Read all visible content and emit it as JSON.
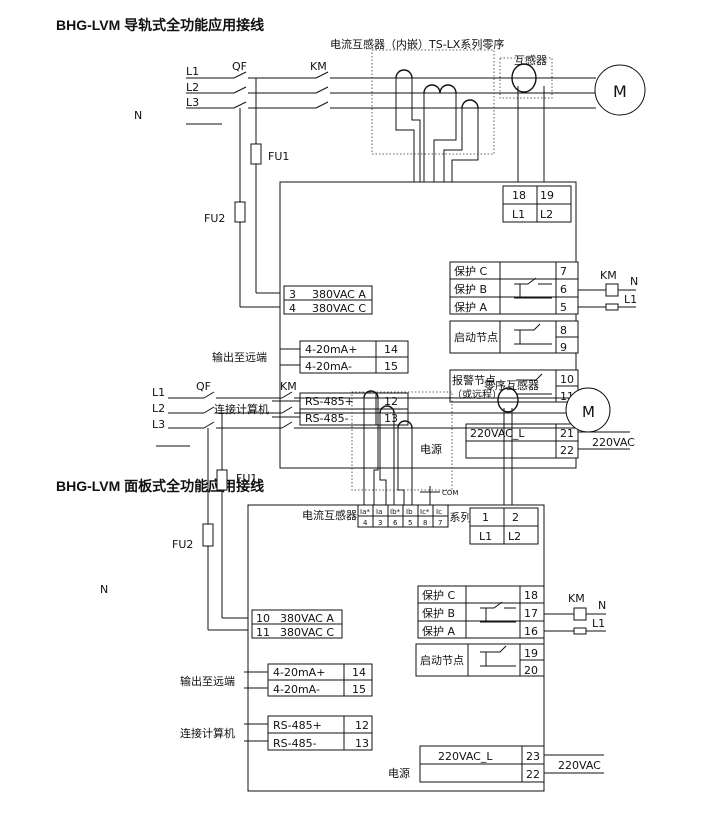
{
  "diagram1": {
    "title": "BHG-LVM 导轨式全功能应用接线",
    "ct_label": "电流互感器（内嵌）TS-LX系列零序",
    "ct_label2": "互感器",
    "motor": "M",
    "lines": [
      "L1",
      "L2",
      "L3"
    ],
    "n_label": "N",
    "qf": "QF",
    "km": "KM",
    "fu1": "FU1",
    "fu2": "FU2",
    "term_top": [
      {
        "num": "18",
        "sig": "L1"
      },
      {
        "num": "19",
        "sig": "L2"
      }
    ],
    "power_in": [
      {
        "num": "3",
        "label": "380VAC A"
      },
      {
        "num": "4",
        "label": "380VAC C"
      }
    ],
    "analog": {
      "side": "输出至远端",
      "rows": [
        {
          "label": "4-20mA+",
          "num": "14"
        },
        {
          "label": "4-20mA-",
          "num": "15"
        }
      ]
    },
    "comm": {
      "side": "连接计算机",
      "rows": [
        {
          "label": "RS-485+",
          "num": "12"
        },
        {
          "label": "RS-485-",
          "num": "13"
        }
      ]
    },
    "protect": [
      {
        "label": "保护 C",
        "num": "7"
      },
      {
        "label": "保护 B",
        "num": "6"
      },
      {
        "label": "保护 A",
        "num": "5"
      }
    ],
    "start": {
      "label": "启动节点",
      "nums": [
        "8",
        "9"
      ]
    },
    "alarm": {
      "label": "报警节点",
      "label2": "（或远程）",
      "nums": [
        "10",
        "11"
      ]
    },
    "supply": {
      "label": "电源",
      "rows": [
        {
          "label": "220VAC_L",
          "num": "21"
        },
        {
          "label": "",
          "num": "22"
        }
      ],
      "ext": "220VAC"
    },
    "coil": {
      "km": "KM",
      "n": "N",
      "l1": "L1"
    }
  },
  "diagram2": {
    "title": "BHG-LVM 面板式全功能应用接线",
    "ct_label": "电流互感器",
    "ct_label3": "TS-LX系列",
    "zero_label": "零序互感器",
    "motor": "M",
    "lines": [
      "L1",
      "L2",
      "L3"
    ],
    "n_label": "N",
    "qf": "QF",
    "km": "KM",
    "fu1": "FU1",
    "fu2": "FU2",
    "com": "COM",
    "ct_pins": [
      "Ia*",
      "Ia",
      "Ib*",
      "Ib",
      "Ic*",
      "Ic"
    ],
    "ct_nums": [
      "4",
      "3",
      "6",
      "5",
      "8",
      "7"
    ],
    "term_top": [
      {
        "num": "1",
        "sig": "L1"
      },
      {
        "num": "2",
        "sig": "L2"
      }
    ],
    "power_in": [
      {
        "num": "10",
        "label": "380VAC A"
      },
      {
        "num": "11",
        "label": "380VAC C"
      }
    ],
    "analog": {
      "side": "输出至远端",
      "rows": [
        {
          "label": "4-20mA+",
          "num": "14"
        },
        {
          "label": "4-20mA-",
          "num": "15"
        }
      ]
    },
    "comm": {
      "side": "连接计算机",
      "rows": [
        {
          "label": "RS-485+",
          "num": "12"
        },
        {
          "label": "RS-485-",
          "num": "13"
        }
      ]
    },
    "protect": [
      {
        "label": "保护 C",
        "num": "18"
      },
      {
        "label": "保护 B",
        "num": "17"
      },
      {
        "label": "保护 A",
        "num": "16"
      }
    ],
    "start": {
      "label": "启动节点",
      "nums": [
        "19",
        "20"
      ]
    },
    "supply": {
      "label": "电源",
      "rows": [
        {
          "label": "220VAC_L",
          "num": "23"
        },
        {
          "label": "",
          "num": "22"
        }
      ],
      "ext": "220VAC"
    },
    "coil": {
      "km": "KM",
      "n": "N",
      "l1": "L1"
    }
  }
}
